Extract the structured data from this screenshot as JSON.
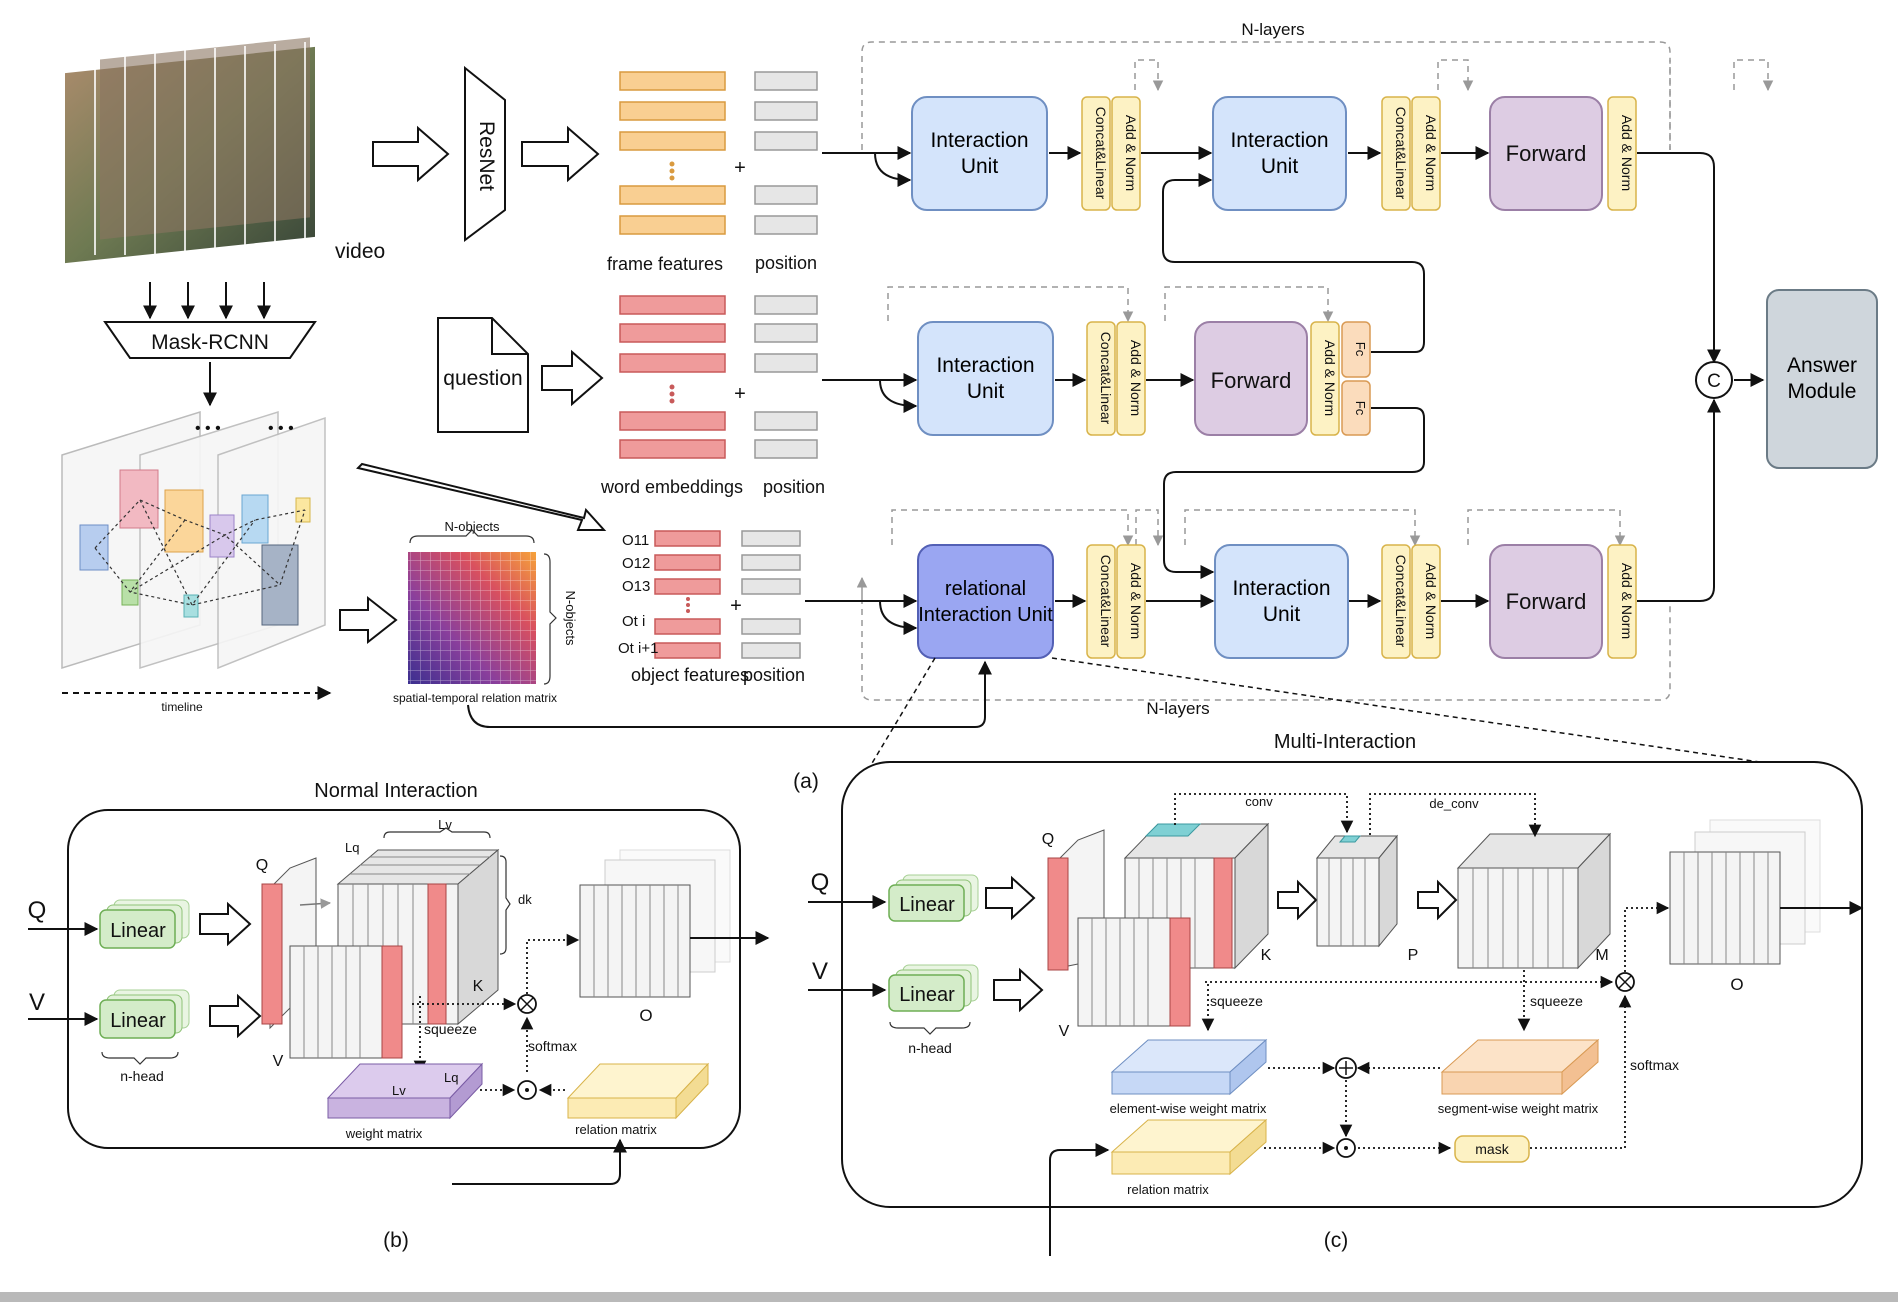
{
  "top": {
    "video_label": "video",
    "resnet_label": "ResNet",
    "mask_rcnn_label": "Mask-RCNN",
    "timeline_label": "timeline",
    "ellipsis": "• • •",
    "question_label": "question",
    "frame_features_label": "frame features",
    "position_label": "position",
    "word_embeddings_label": "word embeddings",
    "object_features_label": "object features",
    "n_objects_label": "N-objects",
    "relation_matrix_label": "spatial-temporal relation matrix",
    "n_layers_label": "N-layers",
    "plus": "+",
    "object_labels": [
      "O11",
      "O12",
      "O13",
      "Ot i",
      "Ot i+1"
    ],
    "interaction_unit_label": "Interaction Unit",
    "relational_unit_label": "relational Interaction Unit",
    "forward_label": "Forward",
    "concat_label": "Concat&Linear",
    "addnorm_label": "Add & Norm",
    "fc_label": "Fc",
    "concat_symbol": "C",
    "answer_module_label": "Answer Module",
    "caption_a": "(a)"
  },
  "normal": {
    "title": "Normal Interaction",
    "q_label": "Q",
    "v_label": "V",
    "k_label": "K",
    "o_label": "O",
    "linear_label": "Linear",
    "nhead_label": "n-head",
    "lq_label": "Lq",
    "lv_label": "Lv",
    "dk_label": "dk",
    "squeeze_label": "squeeze",
    "softmax_label": "softmax",
    "weight_matrix_label": "weight matrix",
    "relation_matrix_label": "relation matrix",
    "caption": "(b)"
  },
  "multi": {
    "title": "Multi-Interaction",
    "q_label": "Q",
    "v_label": "V",
    "k_label": "K",
    "p_label": "P",
    "m_label": "M",
    "o_label": "O",
    "linear_label": "Linear",
    "nhead_label": "n-head",
    "conv_label": "conv",
    "deconv_label": "de_conv",
    "squeeze_label": "squeeze",
    "softmax_label": "softmax",
    "element_matrix_label": "element-wise weight matrix",
    "segment_matrix_label": "segment-wise weight matrix",
    "relation_matrix_label": "relation matrix",
    "mask_label": "mask",
    "caption": "(c)"
  },
  "colors": {
    "interaction_fill": "#d4e4fb",
    "interaction_stroke": "#6f8fc2",
    "relational_fill": "#9aa6f2",
    "forward_fill": "#ddcce3",
    "forward_stroke": "#9b7fa6",
    "addnorm_fill": "#fdf2c4",
    "addnorm_stroke": "#d8b34a",
    "fc_fill": "#fbdcbc",
    "fc_stroke": "#d99a54",
    "answer_fill": "#cfd6dc",
    "answer_stroke": "#6b7b86",
    "frame_feature": "#f9cf92",
    "word_feature": "#ef9b9b",
    "position": "#e6e6e6",
    "linear_fill": "#d4ecc9",
    "linear_stroke": "#6eae55",
    "red_slice": "#f08a8a",
    "weight_matrix": "#c9b3e0",
    "relation_matrix": "#fcebb4",
    "element_matrix": "#c6d8f6",
    "segment_matrix": "#f9d4b0"
  }
}
